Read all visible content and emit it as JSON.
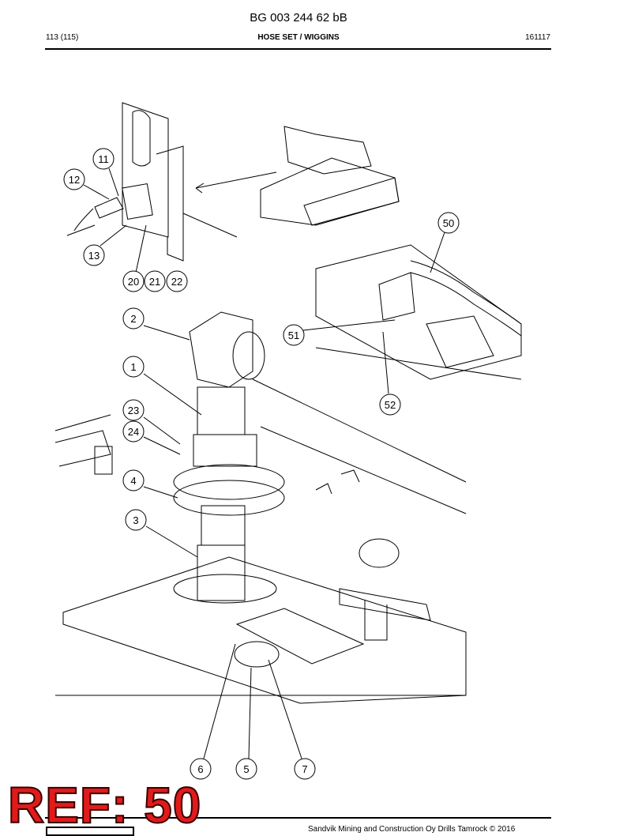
{
  "header": {
    "doc_number": "BG 003 244 62 bB",
    "page": "113 (115)",
    "section_title": "HOSE SET / WIGGINS",
    "date_code": "161117"
  },
  "callouts": [
    "11",
    "12",
    "13",
    "20",
    "21",
    "22",
    "50",
    "2",
    "51",
    "1",
    "52",
    "23",
    "24",
    "4",
    "3",
    "6",
    "5",
    "7"
  ],
  "stamp": {
    "text": "REF: 50",
    "color": "#e01b1b"
  },
  "footer": {
    "copyright": "Sandvik Mining and Construction Oy Drills Tamrock © 2016"
  }
}
